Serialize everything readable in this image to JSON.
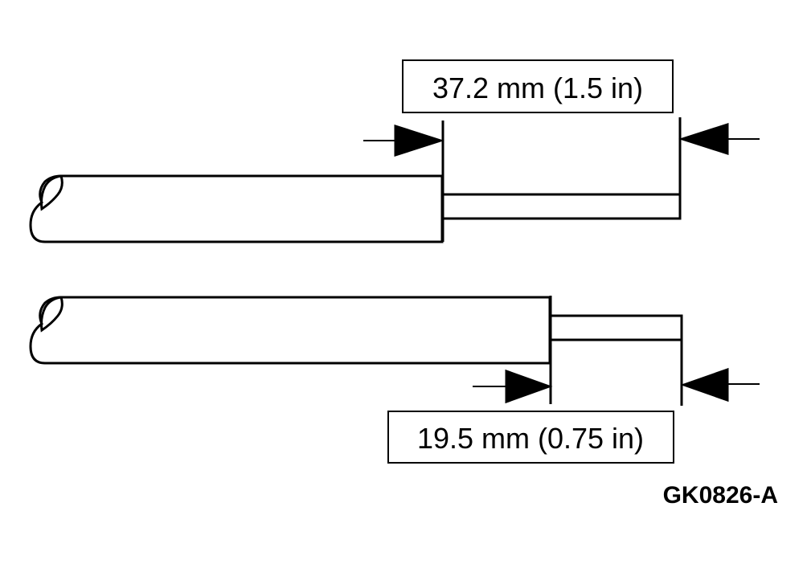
{
  "diagram": {
    "type": "wire-strip-length",
    "colors": {
      "stroke": "#000000",
      "background": "#ffffff"
    },
    "top_wire": {
      "label": "37.2 mm (1.5 in)",
      "strip_length_mm": 37.2,
      "strip_length_in": 1.5
    },
    "bottom_wire": {
      "label": "19.5 mm (0.75 in)",
      "strip_length_mm": 19.5,
      "strip_length_in": 0.75
    },
    "figure_id": "GK0826-A"
  }
}
